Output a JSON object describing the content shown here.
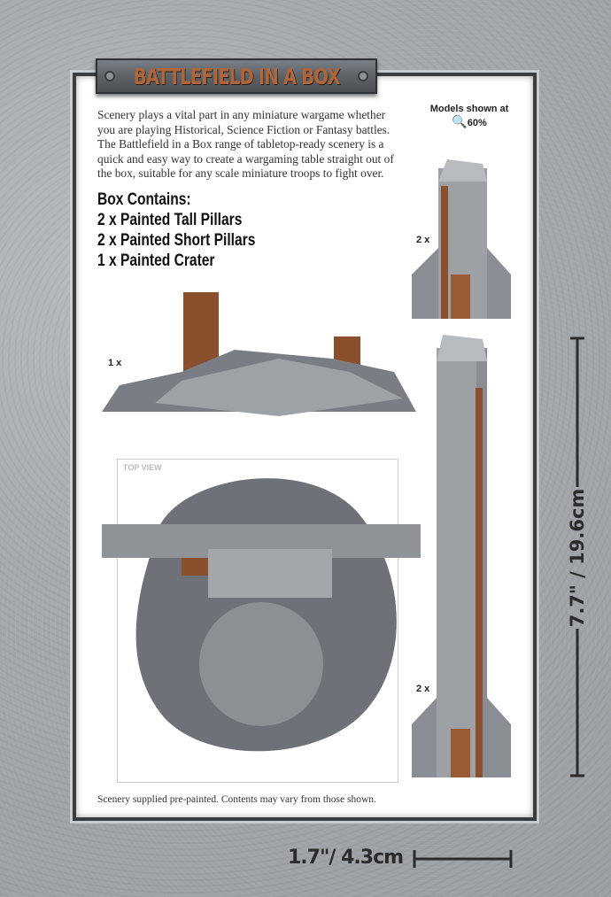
{
  "brand": {
    "logo_text": "BATTLEFIELD IN A BOX"
  },
  "intro": "Scenery plays a vital part in any miniature wargame whether you are playing Historical, Science Fiction or Fantasy battles. The Battlefield in a Box range of tabletop-ready scenery is a quick and easy way to create a wargaming table straight out of the box, suitable for any scale miniature troops to fight over.",
  "contents": {
    "heading": "Box Contains:",
    "items": [
      "2 x Painted Tall Pillars",
      "2 x Painted Short Pillars",
      "1 x Painted Crater"
    ]
  },
  "scale_note": {
    "label": "Models shown at",
    "icon": "magnifier-icon",
    "value": "60%"
  },
  "quantities": {
    "short_pillar": "2 x",
    "crater": "1 x",
    "tall_pillar": "2 x"
  },
  "top_view_label": "TOP VIEW",
  "footer": "Scenery supplied pre-painted. Contents may vary from those shown.",
  "dimensions": {
    "height": "7.7\" / 19.6cm",
    "width": "1.7\"/ 4.3cm"
  },
  "colors": {
    "rust": "#9a5a33",
    "stone": "#8a8e94",
    "frame": "#3a3c3e"
  }
}
